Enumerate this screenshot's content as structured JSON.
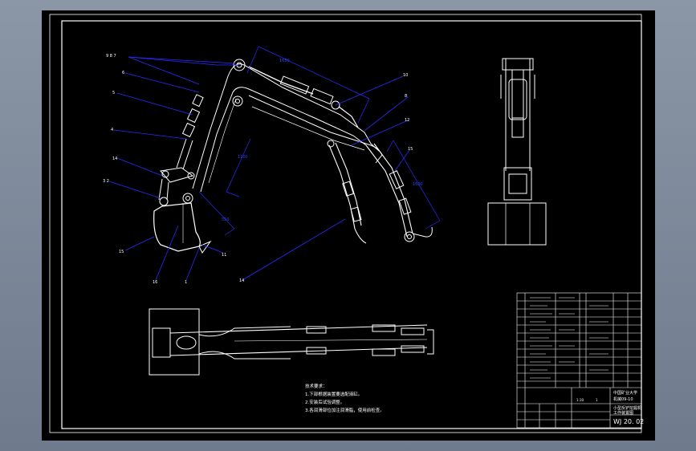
{
  "viewport": {
    "background": "#000000",
    "accent_line_color": "#2a2aff",
    "drawing_line_color": "#ffffff"
  },
  "balloons": {
    "top_cluster": "9 8 7",
    "b6": "6",
    "b5": "5",
    "b4": "4",
    "b14": "14",
    "b3_2": "3  2",
    "b15_left": "15",
    "b16": "16",
    "b1": "1",
    "b11": "11",
    "b10": "10",
    "b8_right": "8",
    "b12": "12",
    "b15_right": "15",
    "b14_bottom": "14"
  },
  "dimensions": {
    "top": "1650",
    "right": "1600",
    "mid": "1100",
    "lower": "550"
  },
  "notes": {
    "title": "技术要求：",
    "line1": "1.下部根据装置要选配液缸。",
    "line2": "2.安装后试验调整。",
    "line3": "3.各润滑部位加注润滑脂，使用前检查。"
  },
  "title_block": {
    "org_line1": "中国矿业大学",
    "org_line2": "机械09-10",
    "drawing_title": "小型反铲挖掘机",
    "subtitle": "工作装置图",
    "drawing_number": "WJ 20. 02",
    "scale": "1:10",
    "sheet": "1"
  }
}
